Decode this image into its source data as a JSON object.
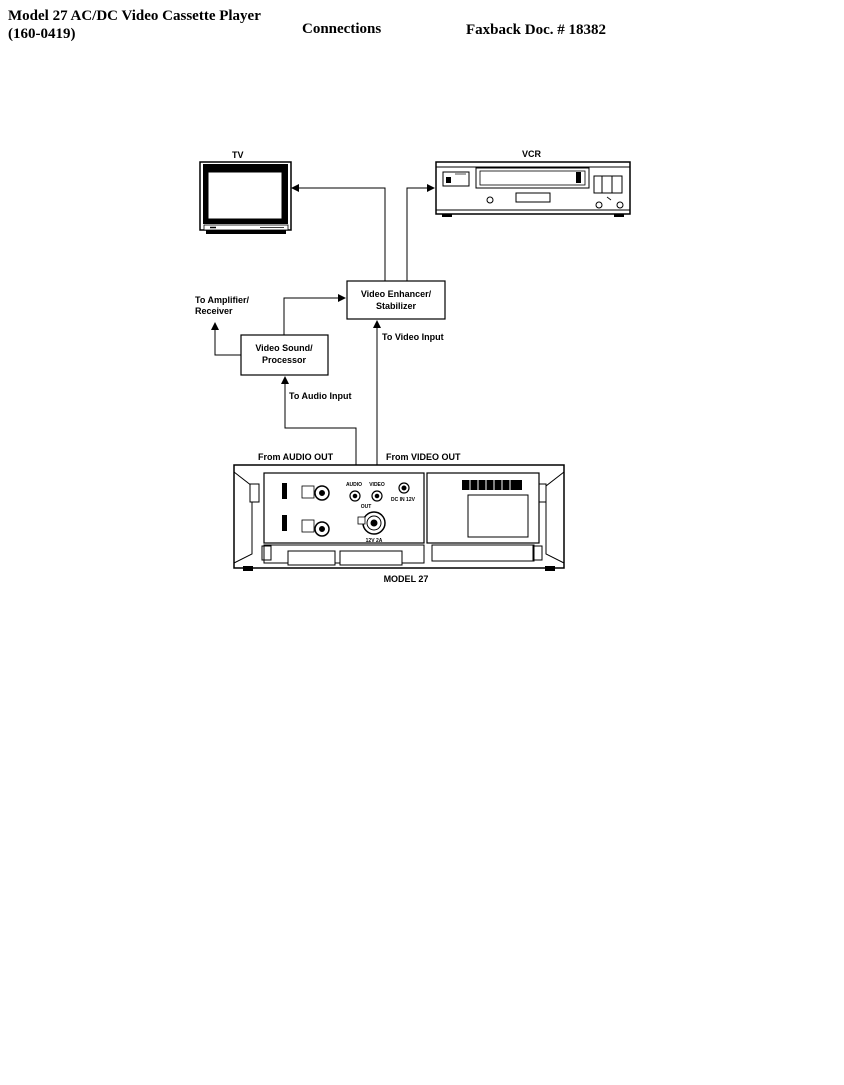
{
  "header": {
    "title_line1": "Model 27 AC/DC Video Cassette Player",
    "title_line2": "(160-0419)",
    "section": "Connections",
    "doc": "Faxback Doc. # 18382"
  },
  "diagram": {
    "tv_label": "TV",
    "vcr_label": "VCR",
    "enhancer_line1": "Video Enhancer/",
    "enhancer_line2": "Stabilizer",
    "processor_line1": "Video Sound/",
    "processor_line2": "Processor",
    "amplifier_line1": "To Amplifier/",
    "amplifier_line2": "Receiver",
    "video_input": "To Video Input",
    "audio_input": "To Audio Input",
    "from_audio": "From AUDIO OUT",
    "from_video": "From VIDEO OUT",
    "model_label": "MODEL  27",
    "panel_audio": "AUDIO",
    "panel_video": "VIDEO",
    "panel_out": "OUT",
    "panel_dc": "DC IN 12V",
    "panel_power": "12V 2A"
  }
}
